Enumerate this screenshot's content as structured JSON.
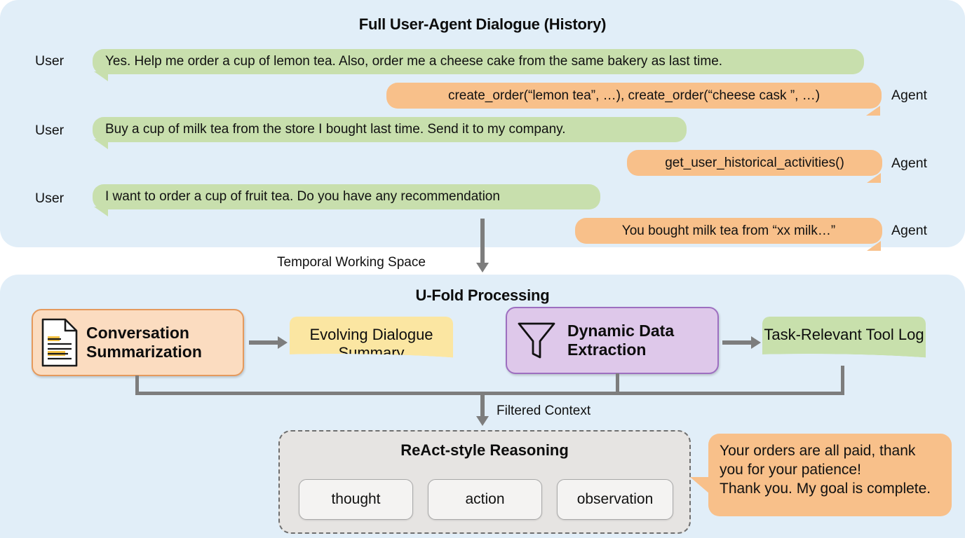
{
  "history_panel": {
    "title": "Full User-Agent Dialogue (History)",
    "user_label": "User",
    "agent_label": "Agent",
    "messages": [
      {
        "role": "User",
        "text": "Yes. Help me order a cup of lemon tea. Also, order me a cheese cake from the same bakery as last time."
      },
      {
        "role": "Agent",
        "text": "create_order(“lemon tea”, …), create_order(“cheese cask ”, …)"
      },
      {
        "role": "User",
        "text": "Buy a cup of milk tea from the store I bought last time. Send it to my company."
      },
      {
        "role": "Agent",
        "text": "get_user_historical_activities()"
      },
      {
        "role": "User",
        "text": "I want to order a cup of fruit tea. Do you have any recommendation"
      },
      {
        "role": "Agent",
        "text": "You bought milk tea from “xx milk…”"
      }
    ]
  },
  "transition": {
    "label": "Temporal Working Space"
  },
  "ufold_panel": {
    "title": "U-Fold Processing",
    "boxes": {
      "conversation_summarization": "Conversation Summarization",
      "evolving_dialogue_summary": "Evolving Dialogue Summary",
      "dynamic_data_extraction": "Dynamic Data Extraction",
      "task_relevant_tool_log": "Task-Relevant Tool Log"
    },
    "filtered_context_label": "Filtered Context",
    "react": {
      "title": "ReAct-style Reasoning",
      "steps": [
        "thought",
        "action",
        "observation"
      ]
    },
    "final_agent_message": {
      "line1": "Your orders are all paid, thank",
      "line2": "you for your patience!",
      "line3": "Thank you. My goal is complete."
    }
  },
  "colors": {
    "panel_background": "#e1eef8",
    "user_bubble": "#c8dfad",
    "agent_bubble": "#f8c08a",
    "conversation_box": "#fbdcc0",
    "summary_box": "#fbe6a2",
    "extraction_box": "#dec8ea",
    "tool_log_box": "#c8e0ac",
    "react_box": "#e6e4e2",
    "arrow": "#7d7d7d"
  }
}
